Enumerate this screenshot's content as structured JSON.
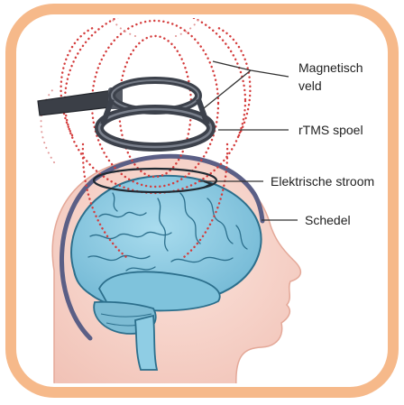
{
  "labels": {
    "magnetic_field_line1": "Magnetisch",
    "magnetic_field_line2": "veld",
    "coil": "rTMS spoel",
    "current": "Elektrische stroom",
    "skull": "Schedel"
  },
  "colors": {
    "frame": "#f6b98a",
    "field_dots": "#d43c3c",
    "brain": "#8fcde4",
    "brain_outline": "#2c6f8c",
    "skin": "#f7d7cf",
    "skull": "#5b5f86",
    "coil": "#4a4f5a",
    "leader": "#333333"
  }
}
